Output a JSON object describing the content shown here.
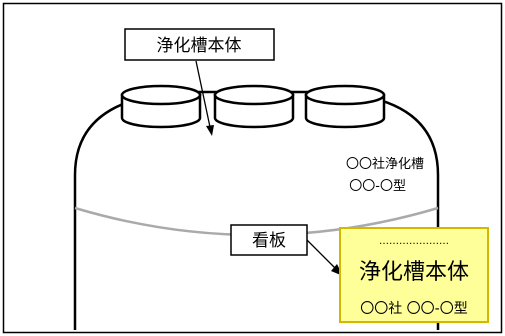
{
  "diagram": {
    "callouts": {
      "tank_label": "浄化槽本体",
      "signboard_label": "看板"
    },
    "tank_marking": {
      "line1": "〇〇社浄化槽",
      "line2": "〇〇-〇型"
    },
    "signboard": {
      "dots": "…………………",
      "title": "浄化槽本体",
      "subtitle": "〇〇社 〇〇-〇型",
      "fill_color": "#ffff99",
      "border_color": "#d4b800"
    },
    "colors": {
      "line": "#000000",
      "seam": "#aaaaaa",
      "background": "#ffffff"
    }
  }
}
